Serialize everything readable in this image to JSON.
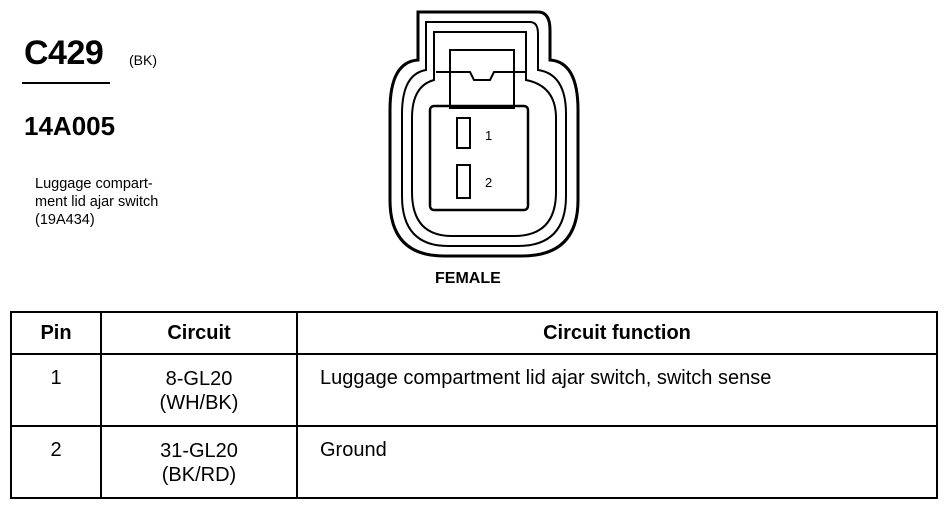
{
  "connector": {
    "id": "C429",
    "color": "(BK)",
    "part_number": "14A005",
    "description_lines": [
      "Luggage compart-",
      "ment lid ajar switch",
      "(19A434)"
    ],
    "gender": "FEMALE",
    "pin_labels": [
      "1",
      "2"
    ]
  },
  "table": {
    "headers": [
      "Pin",
      "Circuit",
      "Circuit function"
    ],
    "rows": [
      {
        "pin": "1",
        "circuit": "8-GL20",
        "color": "(WH/BK)",
        "function": "Luggage compartment lid ajar switch, switch sense"
      },
      {
        "pin": "2",
        "circuit": "31-GL20",
        "color": "(BK/RD)",
        "function": "Ground"
      }
    ]
  }
}
